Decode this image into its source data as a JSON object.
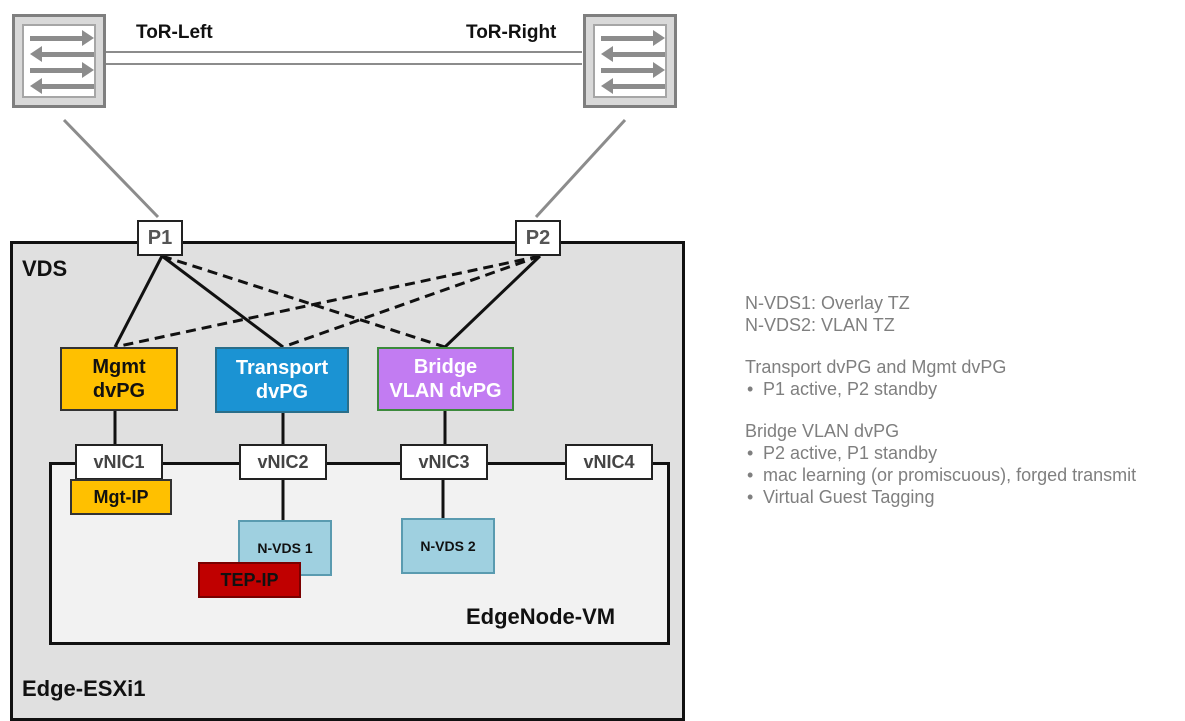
{
  "tors": {
    "left_label": "ToR-Left",
    "right_label": "ToR-Right"
  },
  "host": {
    "vds_label": "VDS",
    "esxi_label": "Edge-ESXi1"
  },
  "ports": {
    "p1": "P1",
    "p2": "P2"
  },
  "portgroups": {
    "mgmt": {
      "line1": "Mgmt",
      "line2": "dvPG",
      "color": "#ffc000"
    },
    "transport": {
      "line1": "Transport",
      "line2": "dvPG",
      "color": "#1b93d3"
    },
    "bridge": {
      "line1": "Bridge",
      "line2": "VLAN dvPG",
      "color": "#c27cf2"
    }
  },
  "vm": {
    "label": "EdgeNode-VM",
    "vnics": [
      "vNIC1",
      "vNIC2",
      "vNIC3",
      "vNIC4"
    ],
    "mgt_ip": "Mgt-IP",
    "nvds1": "N-VDS 1",
    "nvds2": "N-VDS 2",
    "tep_ip": "TEP-IP"
  },
  "notes": {
    "block1": [
      "N-VDS1: Overlay TZ",
      "N-VDS2: VLAN TZ"
    ],
    "block2_title": "Transport dvPG and Mgmt dvPG",
    "block2_bullets": [
      "P1 active, P2 standby"
    ],
    "block3_title": "Bridge VLAN dvPG",
    "block3_bullets": [
      "P2 active, P1 standby",
      "mac learning (or promiscuous), forged transmit",
      "Virtual Guest Tagging"
    ]
  }
}
